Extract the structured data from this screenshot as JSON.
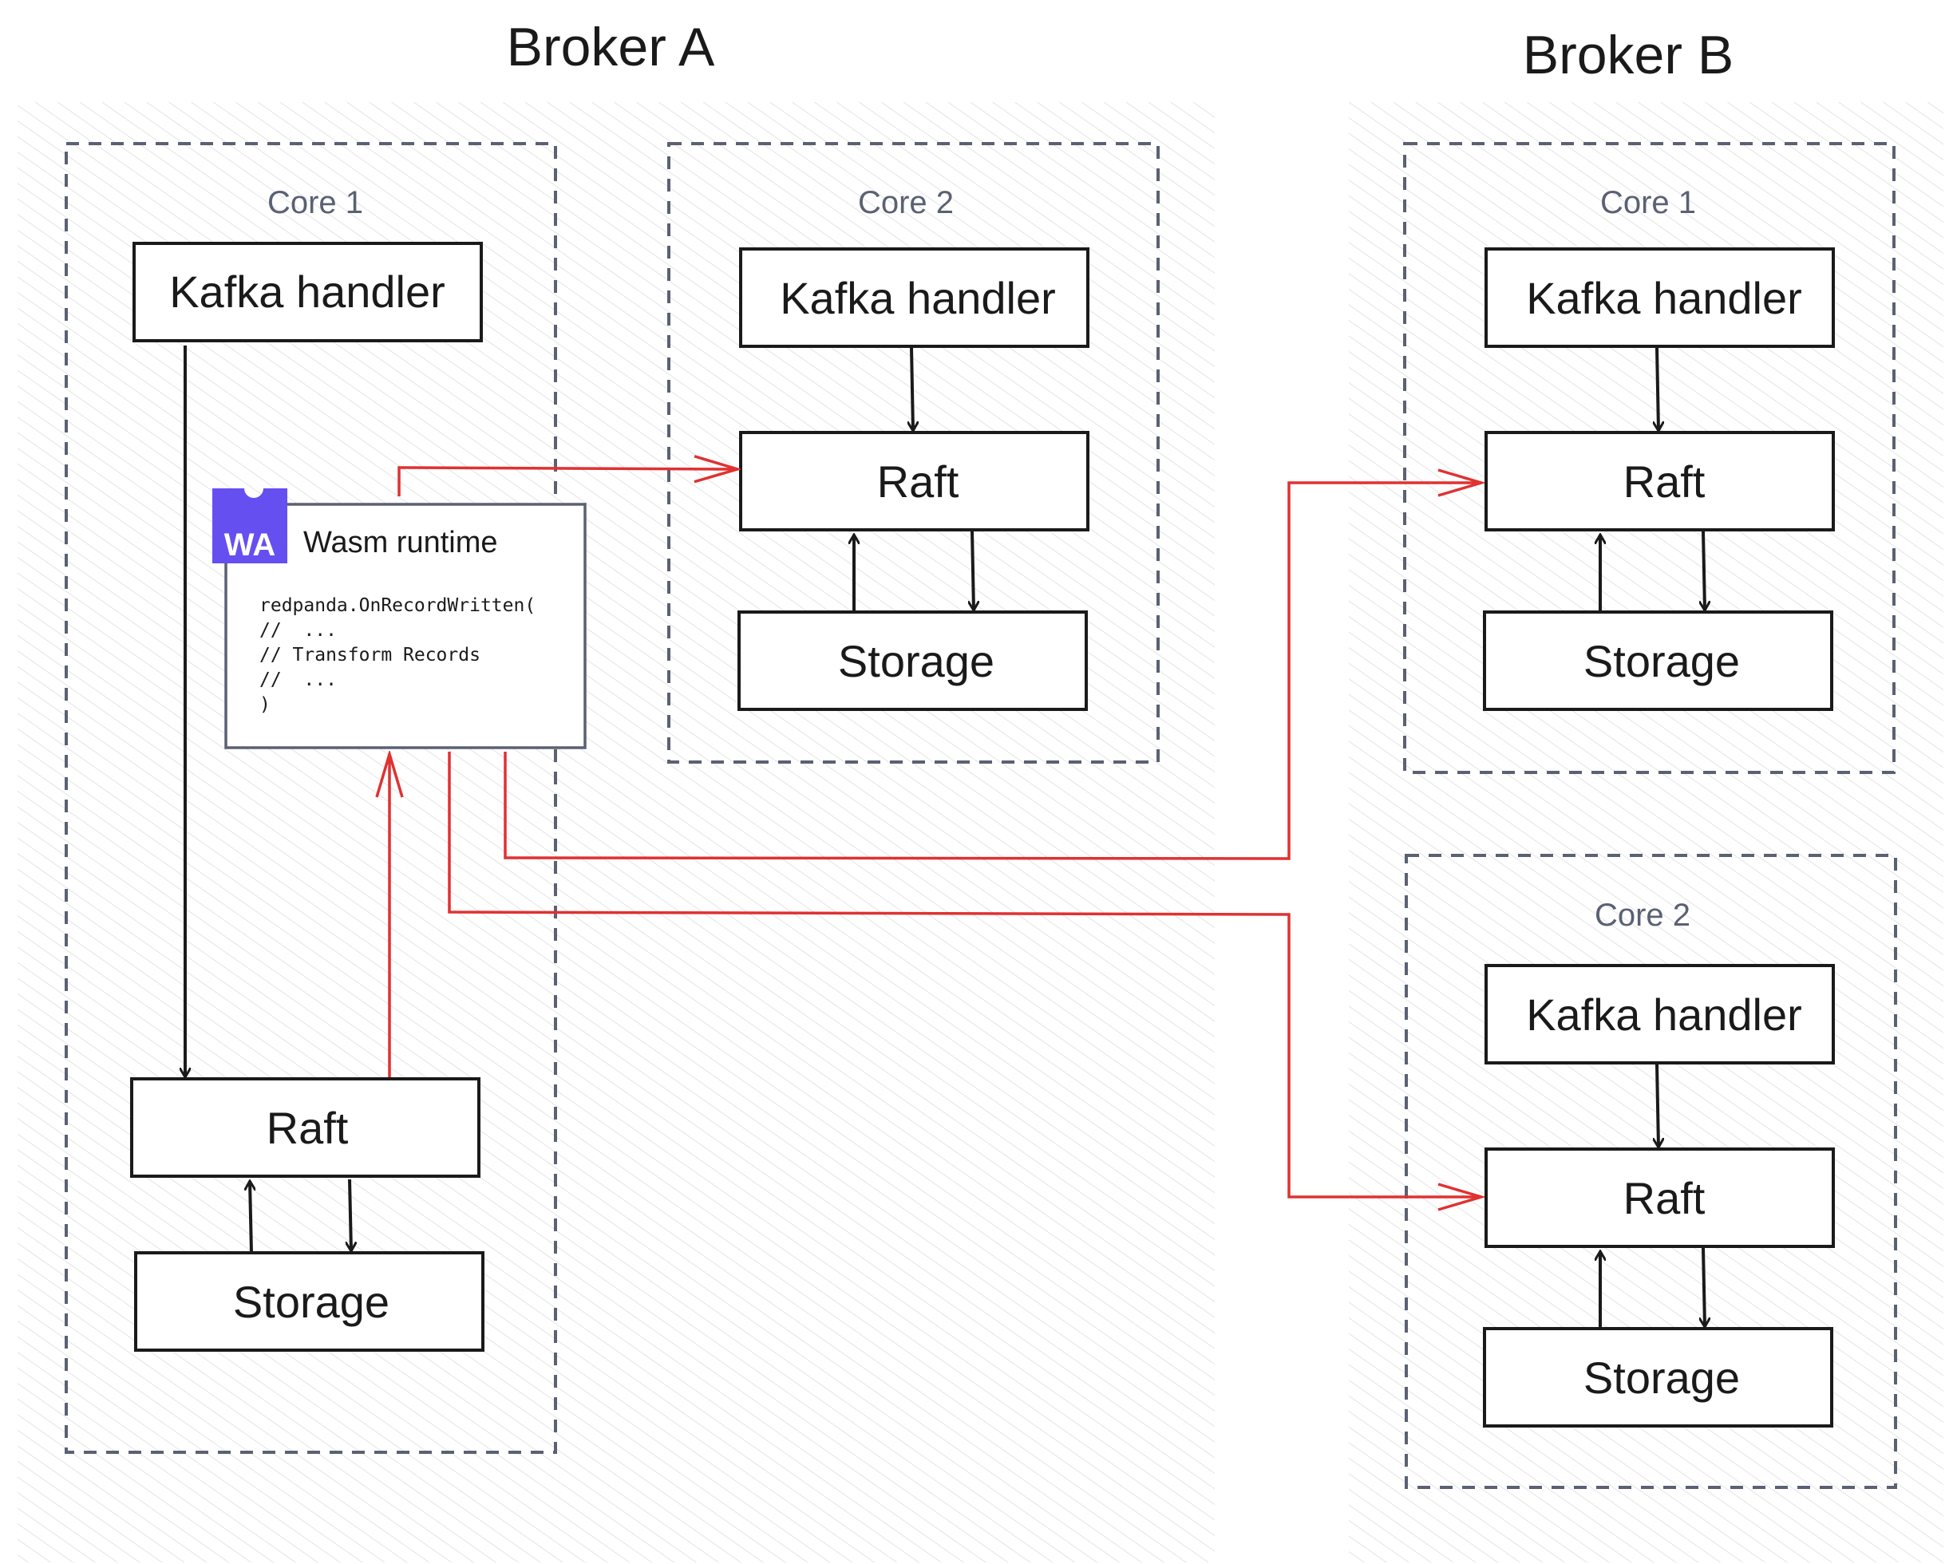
{
  "brokers": [
    {
      "title": "Broker A",
      "cores": [
        {
          "label": "Core 1",
          "components": [
            "Kafka handler",
            "Raft",
            "Storage"
          ],
          "wasm": {
            "badge": "WA",
            "title": "Wasm runtime",
            "code": [
              "redpanda.OnRecordWritten(",
              "//  ...",
              "// Transform Records",
              "//  ...",
              ")"
            ]
          }
        },
        {
          "label": "Core 2",
          "components": [
            "Kafka handler",
            "Raft",
            "Storage"
          ]
        }
      ]
    },
    {
      "title": "Broker B",
      "cores": [
        {
          "label": "Core 1",
          "components": [
            "Kafka handler",
            "Raft",
            "Storage"
          ]
        },
        {
          "label": "Core 2",
          "components": [
            "Kafka handler",
            "Raft",
            "Storage"
          ]
        }
      ]
    }
  ],
  "colors": {
    "stroke": "#1a1a1a",
    "core_border": "#5a6173",
    "core_label": "#5a6173",
    "red_arrow": "#e03131",
    "wasm_badge": "#654ff0",
    "hatch": "#e2e2e2"
  }
}
